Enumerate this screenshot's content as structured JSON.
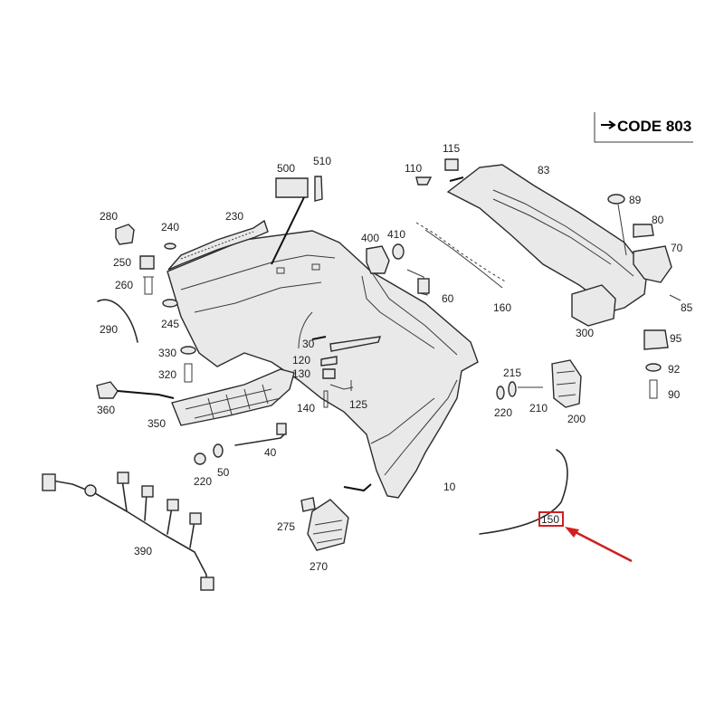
{
  "code_box": {
    "text": "CODE 803"
  },
  "labels": {
    "l10": "10",
    "l30": "30",
    "l40": "40",
    "l50": "50",
    "l60": "60",
    "l70": "70",
    "l80": "80",
    "l83": "83",
    "l85": "85",
    "l89": "89",
    "l90": "90",
    "l92": "92",
    "l95": "95",
    "l110": "110",
    "l115": "115",
    "l120": "120",
    "l125": "125",
    "l130": "130",
    "l140": "140",
    "l150": "150",
    "l160": "160",
    "l200": "200",
    "l210": "210",
    "l215": "215",
    "l220a": "220",
    "l220b": "220",
    "l230": "230",
    "l240": "240",
    "l245": "245",
    "l250": "250",
    "l260": "260",
    "l270": "270",
    "l275": "275",
    "l280": "280",
    "l290": "290",
    "l300": "300",
    "l320": "320",
    "l330": "330",
    "l350": "350",
    "l360": "360",
    "l390": "390",
    "l400": "400",
    "l410": "410",
    "l500": "500",
    "l510": "510"
  },
  "colors": {
    "highlight": "#d11f1f",
    "ink": "#222222"
  }
}
